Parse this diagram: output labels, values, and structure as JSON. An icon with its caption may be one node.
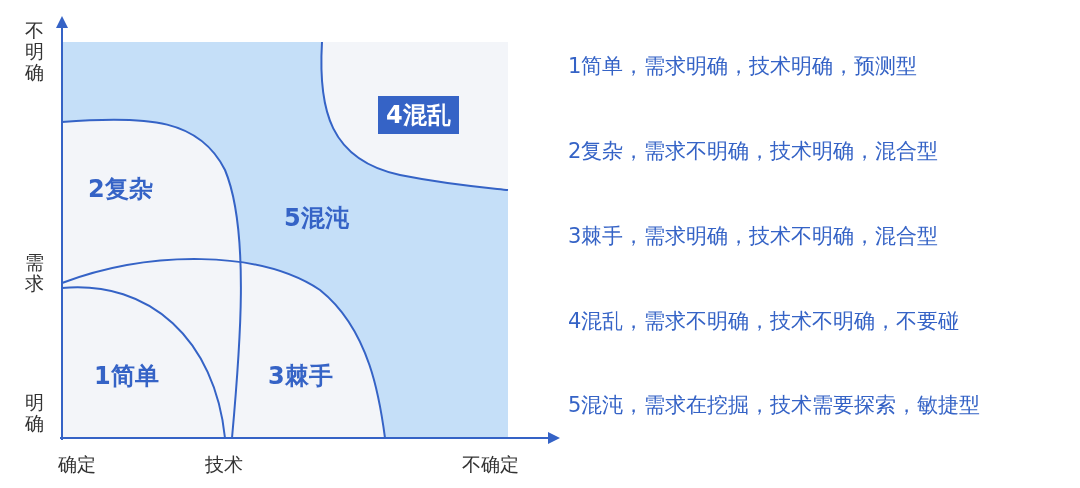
{
  "diagram": {
    "nodes": [
      {
        "text": [
          "4混乱"
        ]
      },
      {
        "text": [
          "2复杂"
        ]
      },
      {
        "text": [
          "5混沌"
        ]
      },
      {
        "text": [
          "1简单"
        ]
      },
      {
        "text": [
          "3棘手"
        ]
      }
    ],
    "labels": [
      "不明确",
      "需求",
      "明确",
      "确定",
      "技术",
      "不确定",
      "1简单，需求明确，技术明确，预测型",
      "2复杂，需求不明确，技术明确，混合型",
      "3棘手，需求明确，技术不明确，混合型",
      "4混乱，需求不明确，技术不明确，不要碰",
      "5混沌，需求在挖掘，技术需要探索，敏捷型"
    ]
  }
}
